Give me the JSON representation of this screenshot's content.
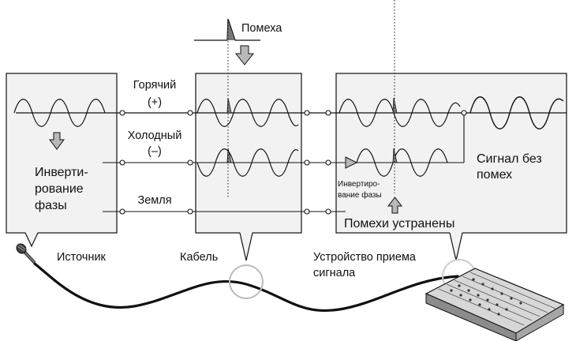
{
  "labels": {
    "noise": "Помеха",
    "hot": "Горячий",
    "hot_sign": "(+)",
    "cold": "Холодный",
    "cold_sign": "(–)",
    "ground": "Земля",
    "invert_line1": "Инверти-",
    "invert_line2": "рование",
    "invert_line3": "фазы",
    "receiver_invert_line1": "Инвертиро-",
    "receiver_invert_line2": "вание фазы",
    "noise_removed": "Помехи устранены",
    "clean_signal_line1": "Сигнал без",
    "clean_signal_line2": "помех",
    "source": "Источник",
    "cable": "Кабель",
    "receiver_line1": "Устройство приема",
    "receiver_line2": "сигнала"
  },
  "colors": {
    "line": "#111111",
    "box_fill": "#f2f2f2",
    "arrow_fill": "#b8b8b8",
    "noise_mark": "#888888",
    "cable_highlight": "#bbbbbb"
  },
  "icons": {
    "microphone": "microphone-icon",
    "mixer": "mixer-console-icon"
  }
}
